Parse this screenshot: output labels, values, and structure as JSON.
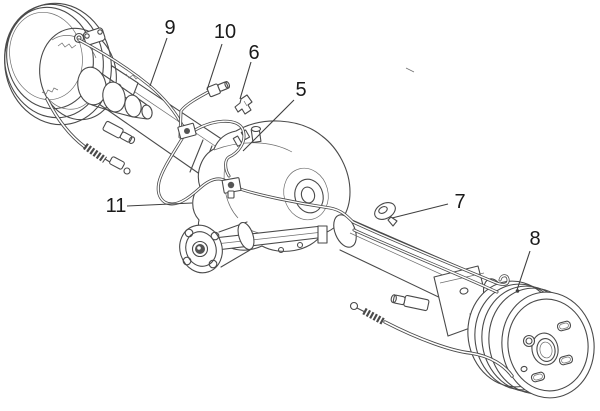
{
  "figure": {
    "kind": "technical-parts-line-diagram",
    "subject": "rear axle assembly with drum brakes, differential and brake pipes",
    "background_color": "#ffffff",
    "line_color": "#4a4a4a",
    "label_color": "#1a1a1a"
  },
  "callouts": [
    {
      "label": "5",
      "part": "differential-housing"
    },
    {
      "label": "6",
      "part": "pipe-retaining-clip"
    },
    {
      "label": "7",
      "part": "pipe-grommet-clip"
    },
    {
      "label": "8",
      "part": "right-brake-pipe-end"
    },
    {
      "label": "9",
      "part": "left-brake-pipe"
    },
    {
      "label": "10",
      "part": "brake-pipe-union-fitting"
    },
    {
      "label": "11",
      "part": "brake-pipe-loop"
    }
  ]
}
